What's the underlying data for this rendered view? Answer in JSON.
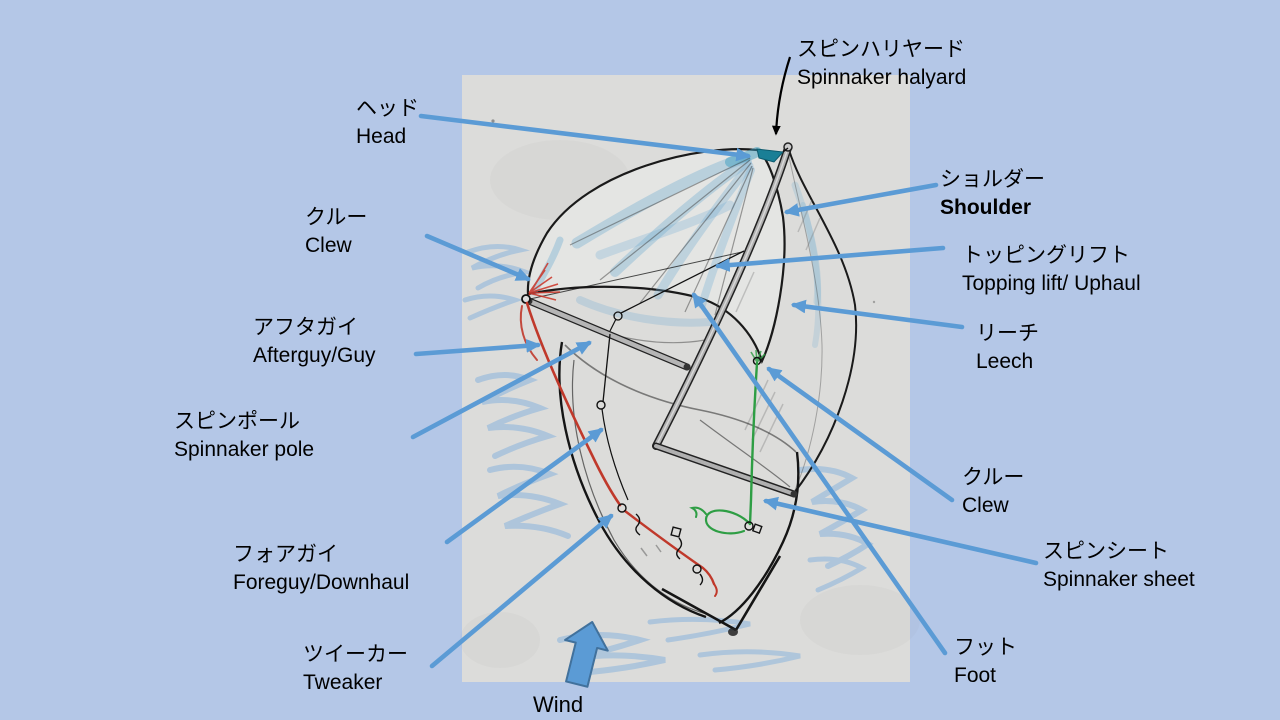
{
  "slide": {
    "background_color": "#b4c7e7",
    "paper_color": "#dcdcda",
    "callout_arrow_color": "#5b9bd5",
    "halyard_arrow_color": "#000000",
    "icons": {
      "wind_arrow": "block-arrow-up-icon",
      "callout_pointer": "blue-straight-arrow",
      "halyard_pointer": "black-curved-arrow"
    },
    "wind": {
      "label": "Wind",
      "arrow_fill": "#5b9bd5",
      "arrow_border": "#41719c"
    },
    "labels": [
      {
        "id": "spinnaker-halyard",
        "ja": "スピンハリヤード",
        "en": "Spinnaker halyard",
        "pointer": "black-arrow"
      },
      {
        "id": "head",
        "ja": "ヘッド",
        "en": "Head",
        "pointer": "blue-arrow"
      },
      {
        "id": "shoulder",
        "ja": "ショルダー",
        "en": "Shoulder",
        "pointer": "blue-arrow"
      },
      {
        "id": "clew-port",
        "ja": "クルー",
        "en": "Clew",
        "pointer": "blue-arrow"
      },
      {
        "id": "topping-lift",
        "ja": "トッピングリフト",
        "en": "Topping lift/ Uphaul",
        "pointer": "blue-arrow"
      },
      {
        "id": "afterguy",
        "ja": "アフタガイ",
        "en": "Afterguy/Guy",
        "pointer": "blue-arrow"
      },
      {
        "id": "leech",
        "ja": "リーチ",
        "en": "Leech",
        "pointer": "blue-arrow"
      },
      {
        "id": "spinnaker-pole",
        "ja": "スピンポール",
        "en": "Spinnaker pole",
        "pointer": "blue-arrow"
      },
      {
        "id": "clew-starboard",
        "ja": "クルー",
        "en": "Clew",
        "pointer": "blue-arrow"
      },
      {
        "id": "foreguy",
        "ja": "フォアガイ",
        "en": "Foreguy/Downhaul",
        "pointer": "blue-arrow"
      },
      {
        "id": "spinnaker-sheet",
        "ja": "スピンシート",
        "en": "Spinnaker sheet",
        "pointer": "blue-arrow"
      },
      {
        "id": "tweaker",
        "ja": "ツイーカー",
        "en": "Tweaker",
        "pointer": "blue-arrow"
      },
      {
        "id": "foot",
        "ja": "フット",
        "en": "Foot",
        "pointer": "blue-arrow"
      }
    ]
  }
}
